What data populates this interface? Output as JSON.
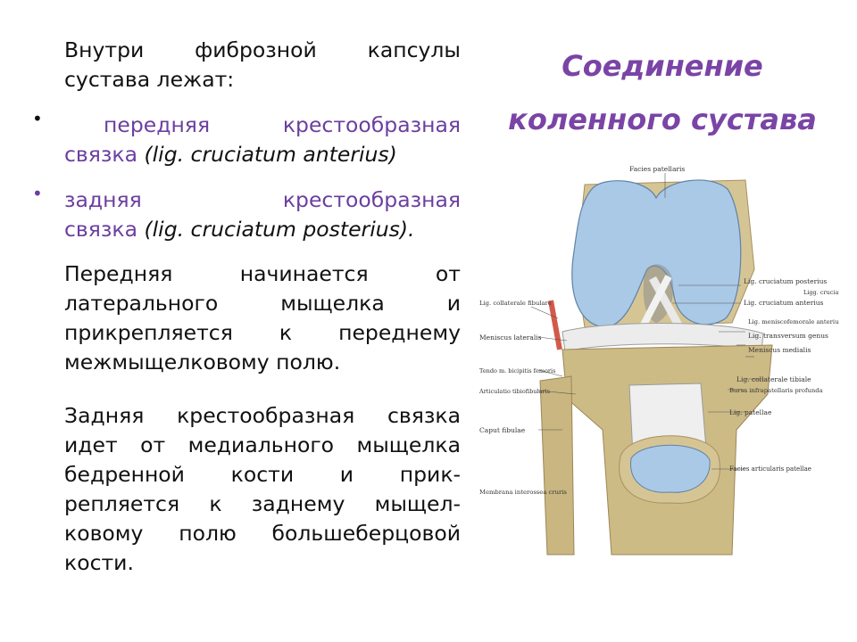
{
  "title": {
    "line1": "Соединение",
    "line2": "коленного сустава"
  },
  "intro": {
    "line1": "Внутри фиброзной капсулы",
    "line2": "сустава лежат:"
  },
  "bullets": [
    {
      "marker": "•",
      "term_line1": "передняя крестообразная",
      "term_line2": "связка",
      "latin": " (lig. cruciatum anterius)"
    },
    {
      "marker": "•",
      "term_line1": "задняя крестообразная",
      "term_line2": "связка",
      "latin": " (lig. cruciatum  posterius)."
    }
  ],
  "para_anterior": {
    "l1": "Передняя начинается от",
    "l2": "латерального мыщелка и",
    "l3": "прикрепляется к переднему",
    "l4": "межмыщелковому полю."
  },
  "para_posterior": {
    "l1": "Задняя крестообразная связка",
    "l2": "идет от медиального мыщелка",
    "l3": "бедренной кости и прик-",
    "l4": "репляется к заднему мыщел-",
    "l5": "ковому полю большеберцовой",
    "l6": "кости."
  },
  "figure_labels": {
    "facies_patellaris": "Facies patellaris",
    "cruciatum_posterius": "Lig. cruciatum posterius",
    "cruciatum_anterius": "Lig. cruciatum anterius",
    "ligg_cruciata_genus": "Ligg. cruciata genus",
    "meniscofemorale": "Lig. meniscofemorale anterius",
    "transversum_genus": "Lig. transversum genus",
    "meniscus_medialis": "Meniscus medialis",
    "collaterale_tibiale": "Lig. collaterale tibiale",
    "bursa_infrapatellaris": "Bursa infrapatellaris profunda",
    "lig_patellae": "Lig. patellae",
    "facies_articularis_patellae": "Facies articularis patellae",
    "collaterale_fibulare": "Lig. collaterale fibulare",
    "meniscus_lateralis": "Meniscus lateralis",
    "tendo_bicipitis": "Tendo m. bicipitis femoris",
    "articulatio_tibiofibularis": "Articulatio tibiofibularis",
    "caput_fibulae": "Caput fibulae",
    "membrana_interossea": "Membrana interossea cruris"
  },
  "colors": {
    "accent": "#6b3fa0",
    "title": "#7a44a6",
    "cartilage": "#a9c9e6",
    "bone": "#d8c89a"
  }
}
